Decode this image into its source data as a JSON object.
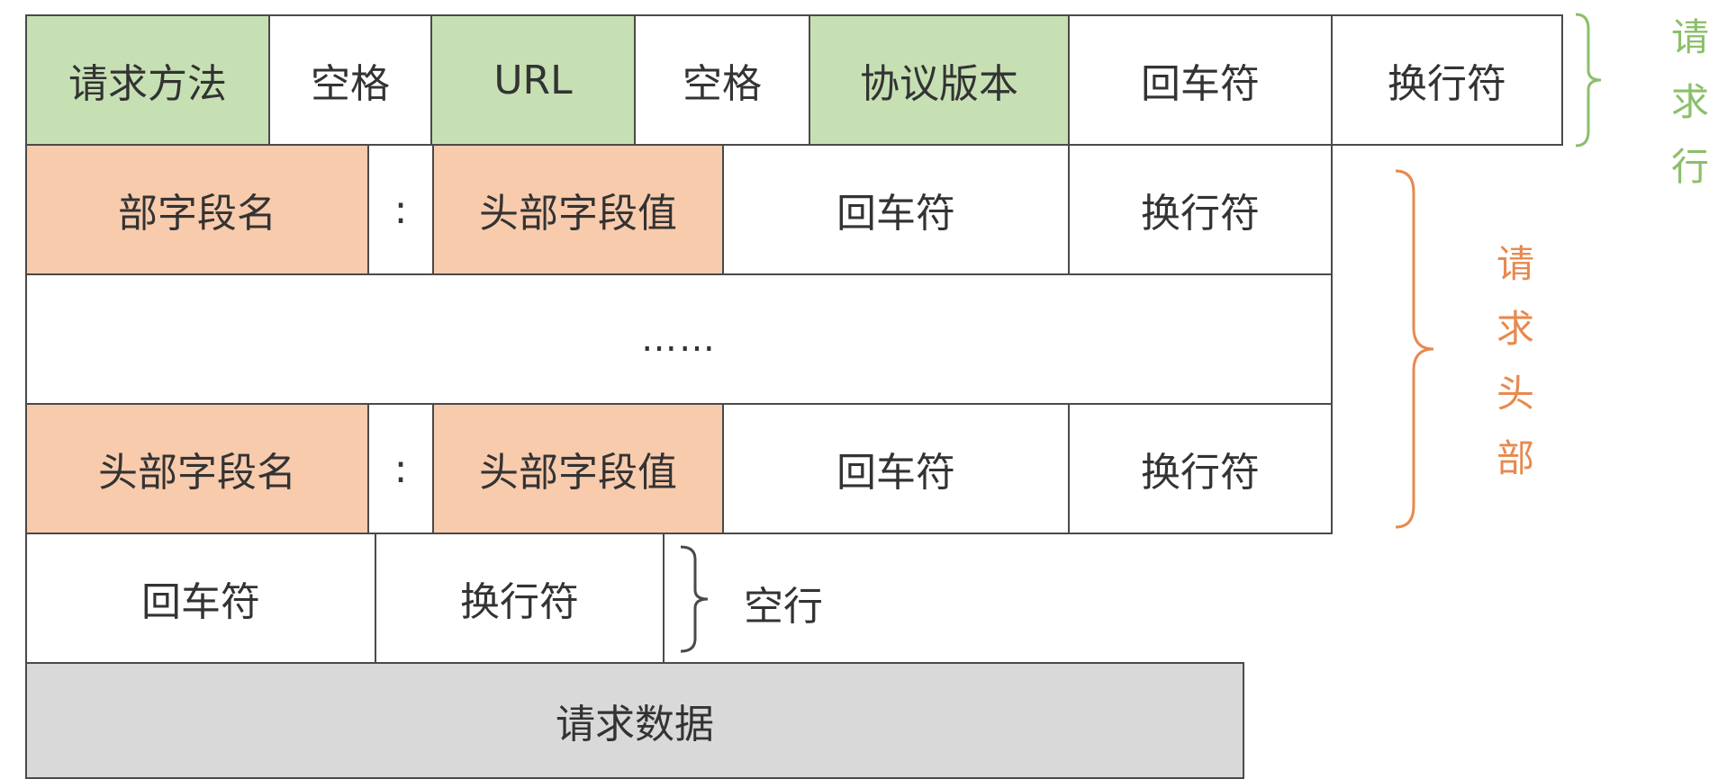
{
  "request_line": {
    "cells": [
      {
        "text": "请求方法",
        "color": "#c6e0b4"
      },
      {
        "text": "空格",
        "color": "#ffffff"
      },
      {
        "text": "URL",
        "color": "#c6e0b4"
      },
      {
        "text": "空格",
        "color": "#ffffff"
      },
      {
        "text": "协议版本",
        "color": "#c6e0b4"
      },
      {
        "text": "回车符",
        "color": "#ffffff"
      },
      {
        "text": "换行符",
        "color": "#ffffff"
      }
    ],
    "label_chars": [
      "请",
      "求",
      "行"
    ]
  },
  "request_header": {
    "row1": {
      "name": "部字段名",
      "colon": ":",
      "value": "头部字段值",
      "cr": "回车符",
      "lf": "换行符"
    },
    "ellipsis": "……",
    "row2": {
      "name": "头部字段名",
      "colon": ":",
      "value": "头部字段值",
      "cr": "回车符",
      "lf": "换行符"
    },
    "label_chars": [
      "请",
      "求",
      "头",
      "部"
    ]
  },
  "blank_line": {
    "cr": "回车符",
    "lf": "换行符",
    "label": "空行"
  },
  "request_body": {
    "label": "请求数据"
  },
  "colors": {
    "green_fill": "#c6e0b4",
    "orange_fill": "#f8cbad",
    "gray_fill": "#d9d9d9",
    "green_label": "#8bbf6a",
    "orange_label": "#e8894f"
  }
}
